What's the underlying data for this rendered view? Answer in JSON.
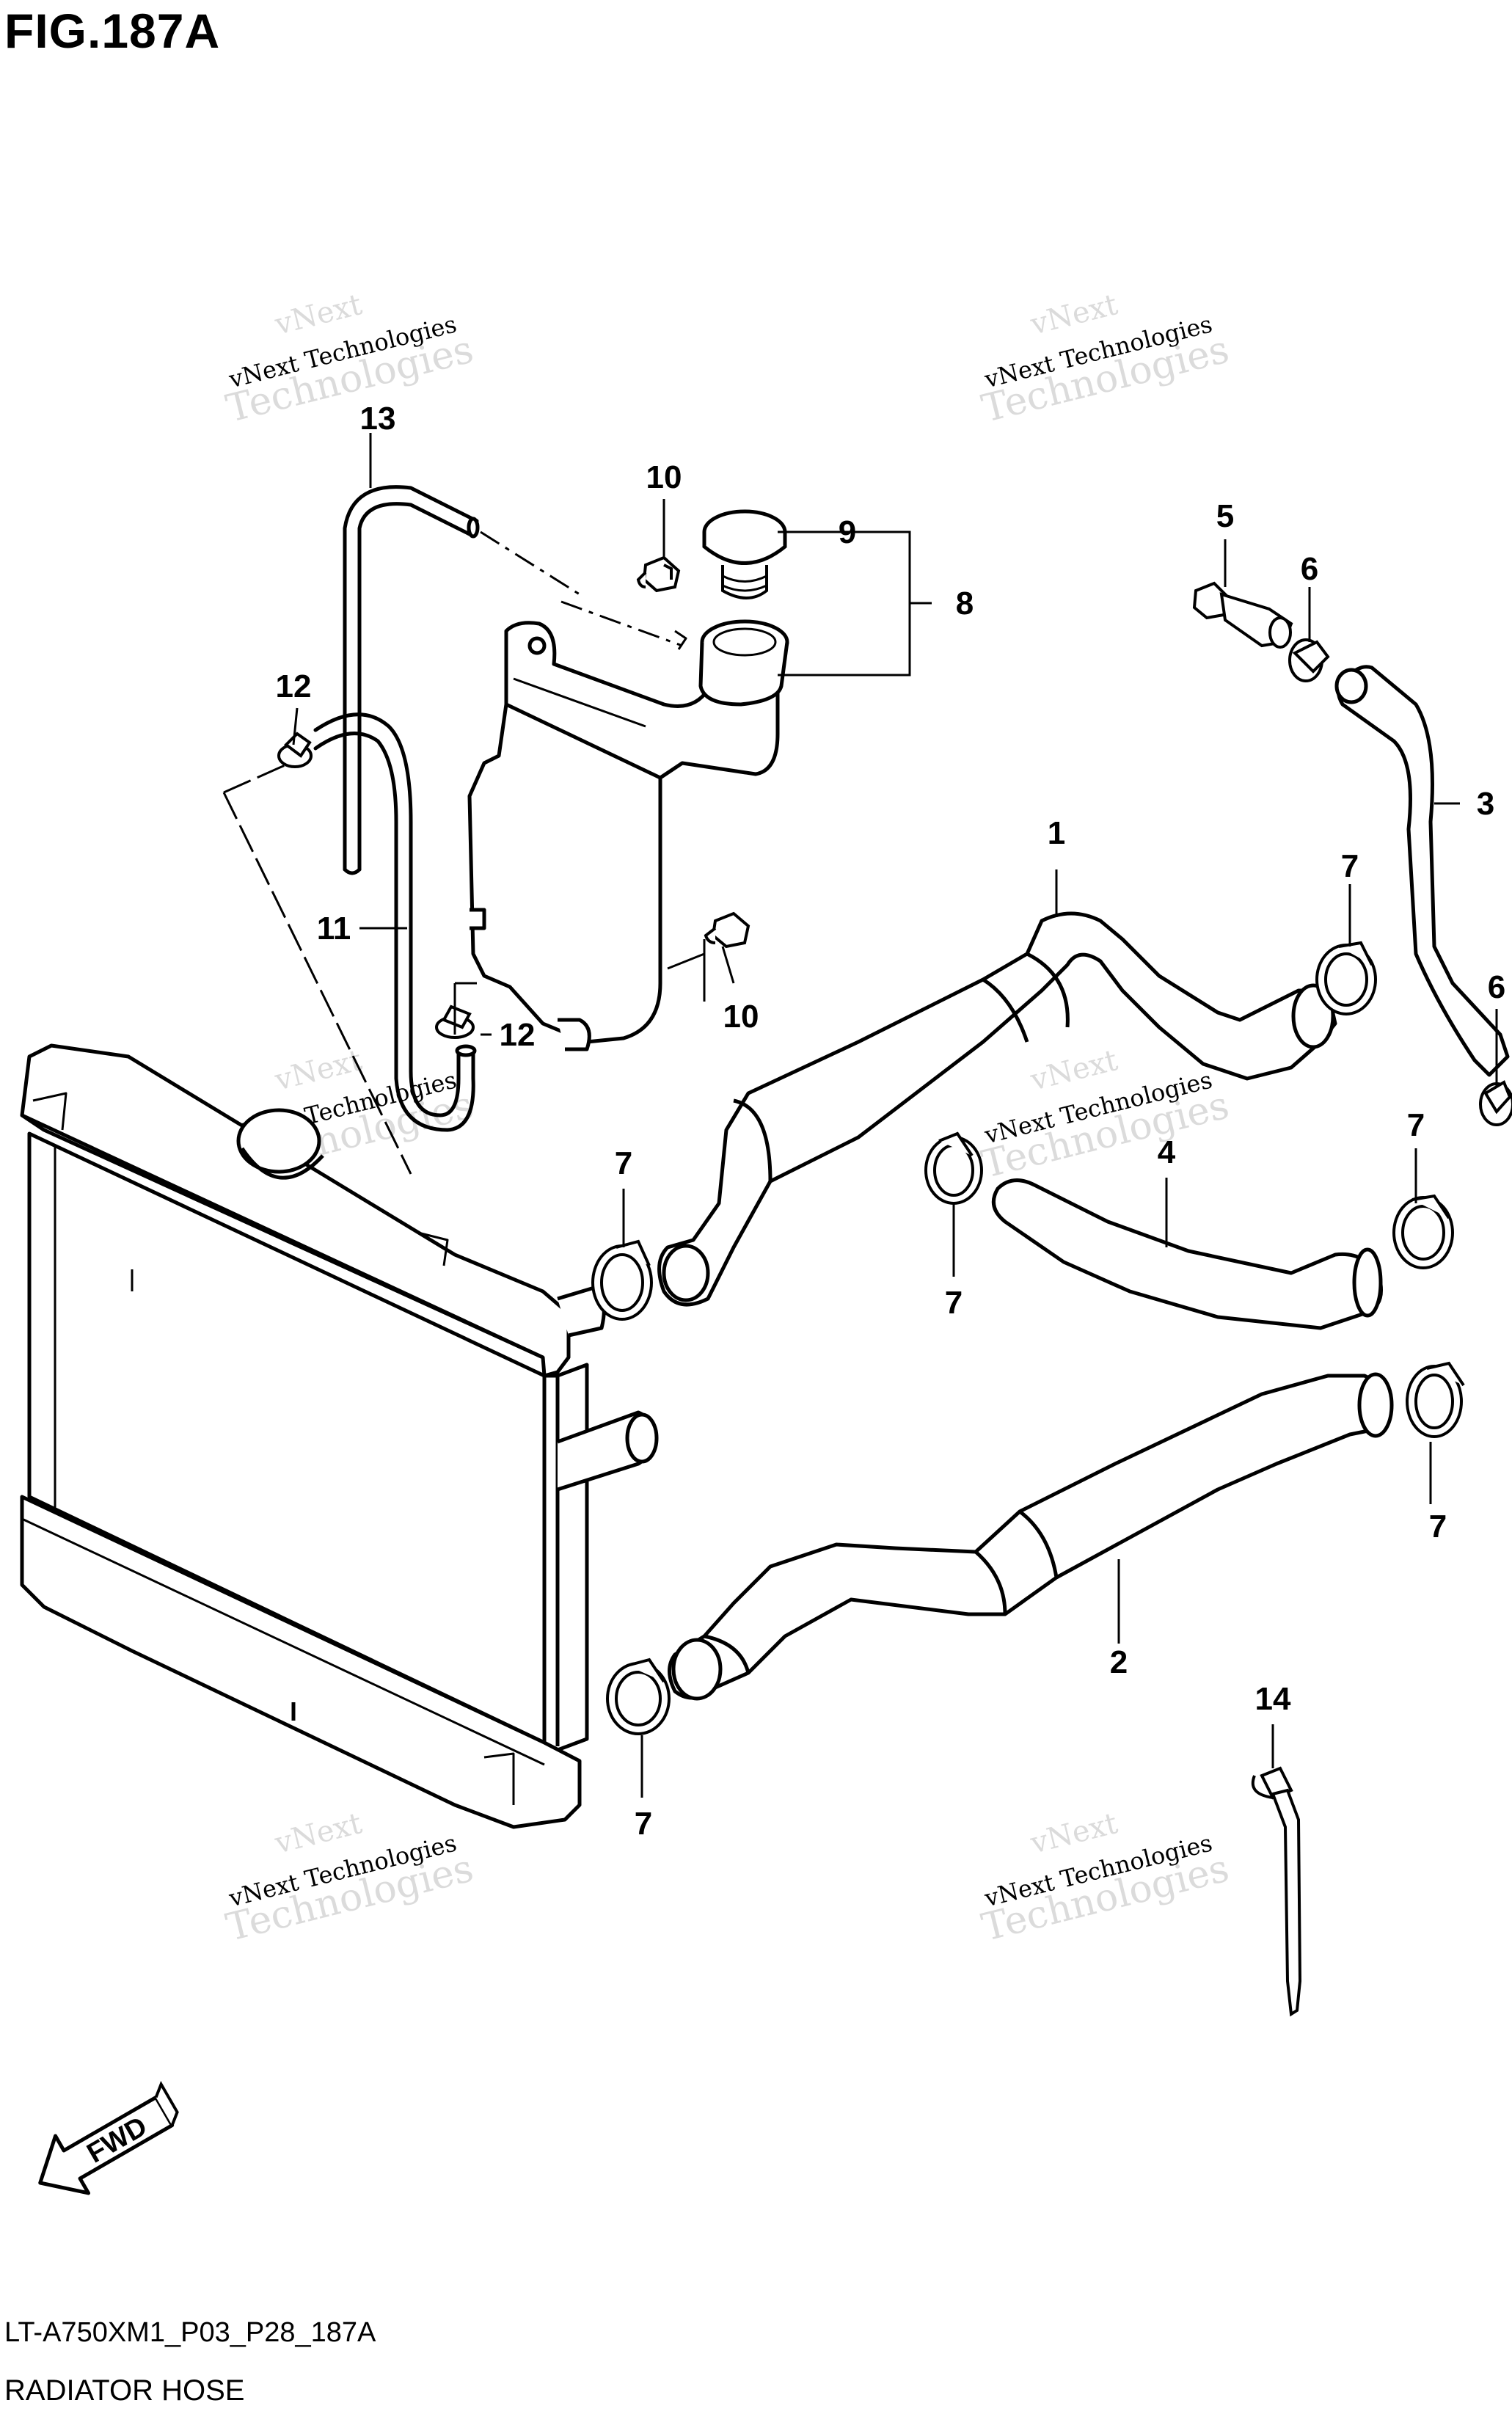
{
  "figure": {
    "title": "FIG.187A",
    "model_code": "LT-A750XM1_P03_P28_187A",
    "section_name": "RADIATOR HOSE"
  },
  "callouts": [
    "1",
    "2",
    "3",
    "4",
    "5",
    "6",
    "6",
    "7",
    "7",
    "7",
    "7",
    "7",
    "7",
    "8",
    "9",
    "10",
    "10",
    "11",
    "12",
    "12",
    "13",
    "14"
  ],
  "watermark": {
    "line1": "vNext Technologies",
    "line2": "vNext",
    "line3": "Technologies"
  },
  "direction_badge": "FWD"
}
